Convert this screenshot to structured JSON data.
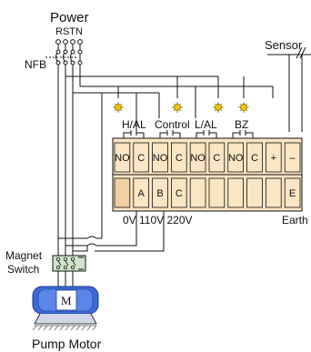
{
  "labels": {
    "power": "Power",
    "phases": "RSTN",
    "nfb": "NFB",
    "sensor": "Sensor",
    "h_al": "H/AL",
    "control": "Control",
    "l_al": "L/AL",
    "bz": "BZ",
    "voltages": "0V 110V 220V",
    "earth": "Earth",
    "magnet_switch_line1": "Magnet",
    "magnet_switch_line2": "Switch",
    "pump_motor": "Pump Motor",
    "motor_letter": "M"
  },
  "terminals_top": [
    "NO",
    "C",
    "NO",
    "C",
    "NO",
    "C",
    "NO",
    "C",
    "+",
    "–"
  ],
  "terminals_bottom": [
    "",
    "A",
    "B",
    "C",
    "",
    "",
    "",
    "",
    "",
    "E"
  ],
  "colors": {
    "terminal_fill": "#fbe6c4",
    "terminal_dark_fill": "#f0cfa0",
    "switch_fill": "#cfe6c9",
    "motor_fill": "#3c6ad9",
    "lamp_fill": "#f2c300",
    "line": "#111111"
  }
}
